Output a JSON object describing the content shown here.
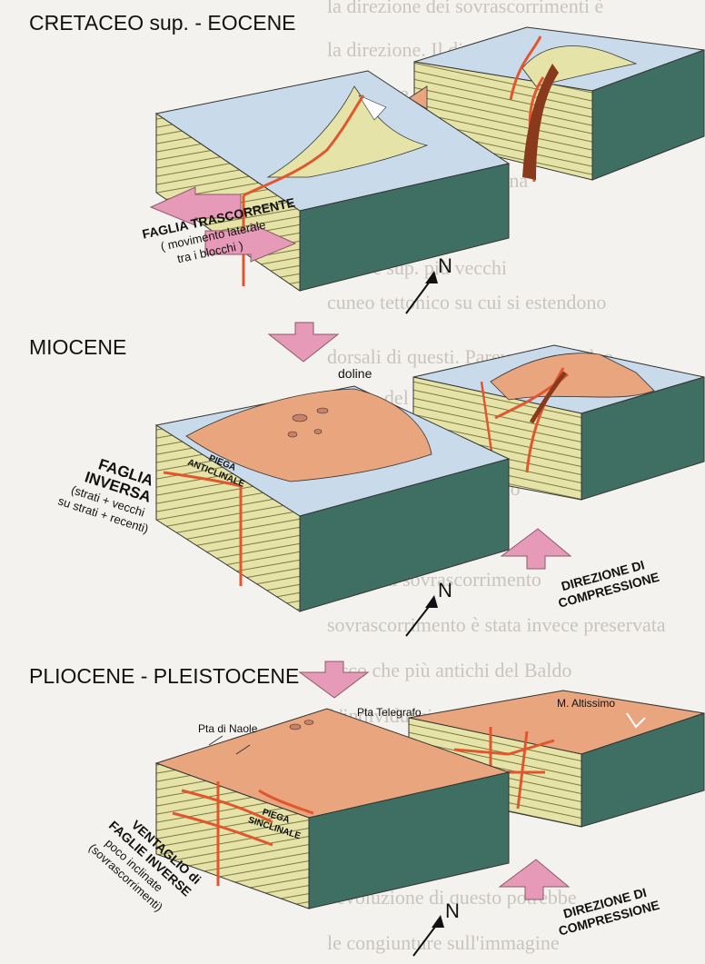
{
  "colors": {
    "water_top": "#c9dbea",
    "water_side": "#a9c3d8",
    "strata_fill": "#e6e3a8",
    "strata_line": "#7a7840",
    "green_side": "#3f6f63",
    "land": "#e9a57d",
    "fault": "#e2562e",
    "arrow_pink": "#e79ab7",
    "page_bg": "#f4f2ee"
  },
  "panels": {
    "cretaceous": {
      "title": "CRETACEO sup. - EOCENE",
      "fault_label_line1": "FAGLIA TRASCORRENTE",
      "fault_label_line2": "( movimento laterale",
      "fault_label_line3": "tra  i  blocchi )"
    },
    "miocene": {
      "title": "MIOCENE",
      "doline": "doline",
      "piega": "PIEGA",
      "anticlinale": "ANTICLINALE",
      "faglia": "FAGLIA",
      "inversa": "INVERSA",
      "strati1": "(strati + vecchi",
      "strati2": "su strati + recenti)",
      "direzione": "DIREZIONE  DI",
      "compressione": "COMPRESSIONE"
    },
    "pliocene": {
      "title": "PLIOCENE - PLEISTOCENE",
      "altissimo": "M. Altissimo",
      "telegrafo": "Pta Telegrafo",
      "naole": "Pta di Naole",
      "piega": "PIEGA",
      "sinclinale": "SINCLINALE",
      "v1": "VENTAGLIO di",
      "v2": "FAGLIE INVERSE",
      "v3": "poco inclinate",
      "v4": "(sovrascorrimenti)",
      "direzione": "DIREZIONE  DI",
      "compressione": "COMPRESSIONE"
    }
  },
  "north_symbol": "N"
}
